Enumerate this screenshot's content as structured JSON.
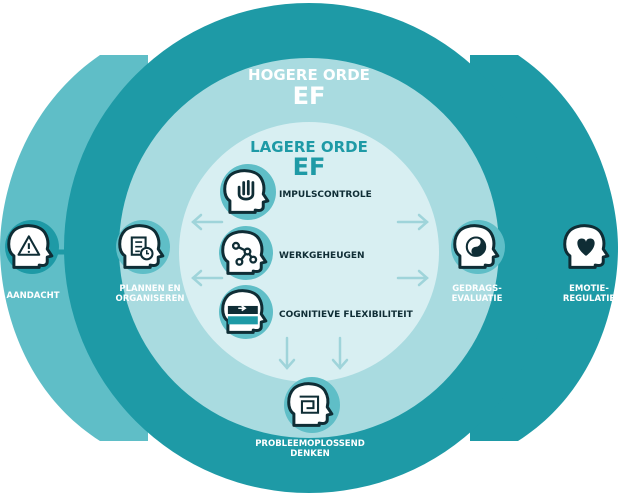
{
  "diagram": {
    "higher_order": {
      "line1": "HOGERE ORDE",
      "line2": "EF"
    },
    "lower_order": {
      "line1": "LAGERE ORDE",
      "line2": "EF"
    },
    "nodes": {
      "impulse_control": {
        "label": "IMPULSCONTROLE",
        "icon": "hand-stop-head-icon"
      },
      "working_memory": {
        "label": "WERKGEHEUGEN",
        "icon": "network-head-icon"
      },
      "cognitive_flexibility": {
        "label": "COGNITIEVE FLEXIBILITEIT",
        "icon": "switch-arrows-head-icon"
      },
      "planning": {
        "line1": "PLANNEN EN",
        "line2": "ORGANISEREN",
        "icon": "clipboard-clock-head-icon"
      },
      "behavior_evaluation": {
        "line1": "GEDRAGS-",
        "line2": "EVALUATIE",
        "icon": "yin-yang-head-icon"
      },
      "problem_solving": {
        "line1": "PROBLEEMOPLOSSEND",
        "line2": "DENKEN",
        "icon": "maze-head-icon"
      },
      "attention": {
        "label": "AANDACHT",
        "icon": "warning-head-icon"
      },
      "emotion_regulation": {
        "line1": "EMOTIE-",
        "line2": "REGULATIE",
        "icon": "heart-hands-head-icon"
      }
    },
    "colors": {
      "dark_teal": "#1e9aa6",
      "side_band": "#5fbec7",
      "mid_ring": "#a9dbe0",
      "inner_circle": "#d8eff2",
      "arrow_light": "#9fd4da",
      "icon_dark": "#0f2d35"
    }
  }
}
